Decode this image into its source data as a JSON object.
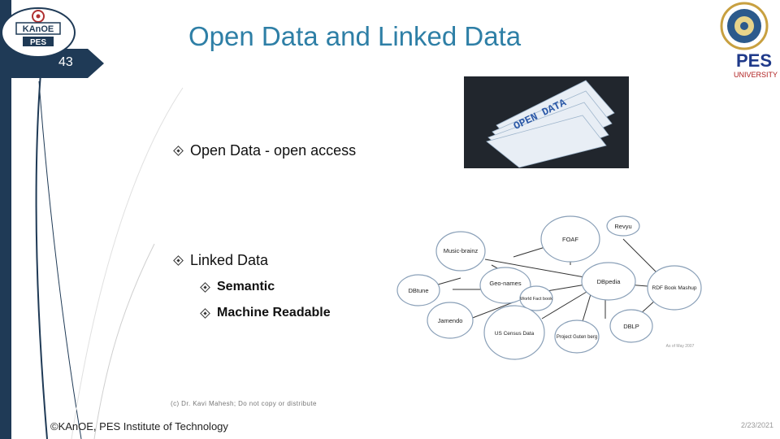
{
  "slide": {
    "number": "43",
    "title": "Open Data and Linked Data",
    "bullets": [
      {
        "text": "Open Data - open access"
      },
      {
        "text": "Linked Data"
      }
    ],
    "sub_bullets": [
      {
        "text": "Semantic"
      },
      {
        "text": "Machine Readable"
      }
    ],
    "copyright": "(c) Dr. Kavi Mahesh; Do not copy or distribute",
    "footer": "©KAnOE, PES Institute of Technology",
    "date": "2/23/2021"
  },
  "logos": {
    "left": {
      "line1": "KAnOE",
      "line2": "PES"
    },
    "right": {
      "name": "PES",
      "subtitle": "UNIVERSITY"
    }
  },
  "photo": {
    "card_text": "OPEN DATA"
  },
  "diagram": {
    "nodes": [
      "FOAF",
      "Revyu",
      "Music-brainz",
      "DBtune",
      "Geo-names",
      "World Fact book",
      "DBpedia",
      "RDF Book Mashup",
      "Jamendo",
      "US Census Data",
      "Project Guten berg",
      "DBLP"
    ],
    "note": "As of May 2007"
  },
  "colors": {
    "accent": "#2e7fa6",
    "dark": "#1f3a56"
  }
}
